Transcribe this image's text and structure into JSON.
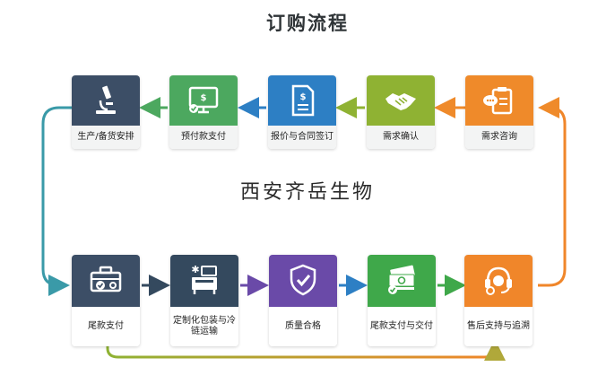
{
  "title": "订购流程",
  "center_label": "西安齐岳生物",
  "top_row": [
    {
      "id": "consult",
      "label": "需求咨询",
      "color": "#ef8a2a",
      "icon": "clipboard-chat-icon"
    },
    {
      "id": "confirm",
      "label": "需求确认",
      "color": "#8fb233",
      "icon": "handshake-icon"
    },
    {
      "id": "quote",
      "label": "报价与合同签订",
      "color": "#2d7fc4",
      "icon": "contract-document-icon"
    },
    {
      "id": "prepay",
      "label": "预付款支付",
      "color": "#4ca85f",
      "icon": "monitor-payment-icon"
    },
    {
      "id": "produce",
      "label": "生产/备货安排",
      "color": "#3c4e66",
      "icon": "microscope-icon"
    }
  ],
  "bottom_row": [
    {
      "id": "final-pay",
      "label": "尾款支付",
      "color": "#3c4e66",
      "icon": "toolbox-gear-icon"
    },
    {
      "id": "package",
      "label": "定制化包装与冷链运输",
      "color": "#34495e",
      "icon": "cold-chain-machine-icon"
    },
    {
      "id": "quality",
      "label": "质量合格",
      "color": "#6a4aa8",
      "icon": "shield-check-icon"
    },
    {
      "id": "delivery",
      "label": "尾款支付与交付",
      "color": "#3fa84a",
      "icon": "money-stack-icon"
    },
    {
      "id": "aftersale",
      "label": "售后支持与追溯",
      "color": "#f0862a",
      "icon": "headset-support-icon"
    }
  ]
}
